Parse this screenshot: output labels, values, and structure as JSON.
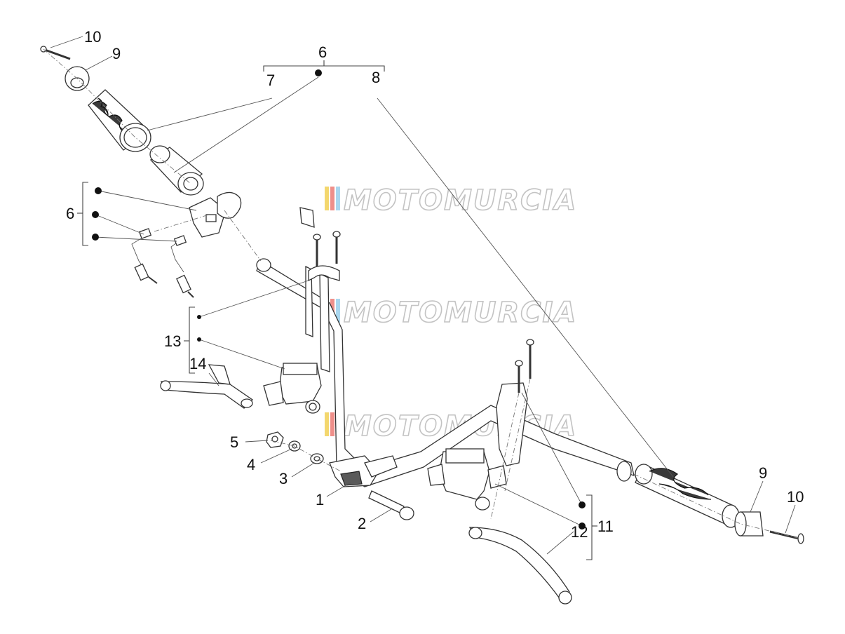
{
  "diagram": {
    "watermark_text": "MOTOMURCIA",
    "watermark_colors": [
      "#f3d76e",
      "#ef8f8a",
      "#a9d6ee"
    ],
    "callouts": {
      "c10_top": "10",
      "c9_top": "9",
      "c6_top": "6",
      "c7": "7",
      "c8": "8",
      "c6_left": "6",
      "c13": "13",
      "c14": "14",
      "c5": "5",
      "c4": "4",
      "c3": "3",
      "c1": "1",
      "c2": "2",
      "c9_right": "9",
      "c10_right": "10",
      "c11": "11",
      "c12": "12"
    }
  }
}
